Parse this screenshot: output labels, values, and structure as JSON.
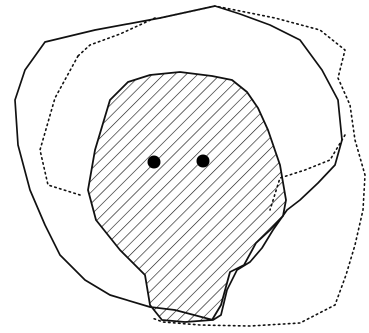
{
  "diagram": {
    "description_visible_text": "",
    "elements": [
      {
        "id": "outer-solid-region",
        "style": "solid-outline"
      },
      {
        "id": "outer-dotted-region",
        "style": "dotted-outline"
      },
      {
        "id": "inner-hatched-region",
        "style": "diagonal-hatch-fill"
      },
      {
        "id": "point-left",
        "style": "filled-dot"
      },
      {
        "id": "point-right",
        "style": "filled-dot"
      }
    ],
    "colors": {
      "stroke": "#111111",
      "fill_dot": "#000000",
      "background": "#ffffff"
    }
  }
}
